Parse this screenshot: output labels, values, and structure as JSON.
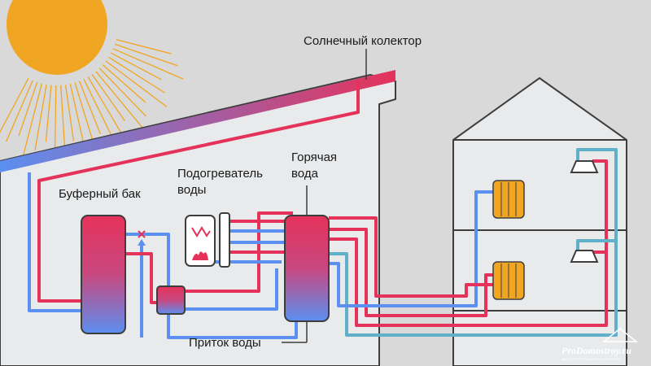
{
  "labels": {
    "solar_collector": "Солнечный колектор",
    "buffer_tank": "Буферный бак",
    "water_heater_line1": "Подогреватель",
    "water_heater_line2": "воды",
    "hot_water_line1": "Горячая",
    "hot_water_line2": "вода",
    "water_inflow": "Приток воды"
  },
  "watermark": {
    "brand": "ProDomostroy.ru",
    "tagline": "ВСЁ О СТРОИТЕЛЬСТВЕ И РЕМОНТЕ"
  },
  "colors": {
    "background": "#d9d9d9",
    "building": "#e8eaec",
    "outline": "#3d3d3d",
    "hot_pipe": "#e5325a",
    "cold_pipe": "#5b8ff0",
    "return_pipe": "#5fb0c8",
    "sun": "#f0a623",
    "radiator": "#f0a623"
  }
}
